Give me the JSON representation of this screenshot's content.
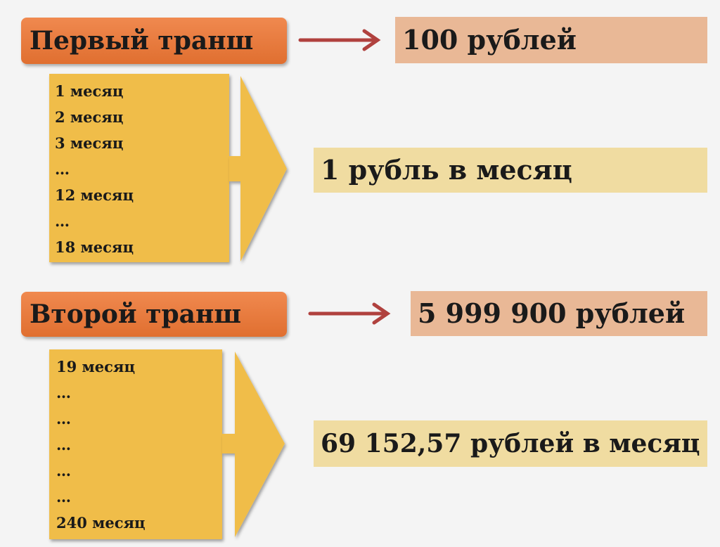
{
  "tranche1": {
    "label": "Первый транш",
    "amount": "100 рублей",
    "months": [
      "1 месяц",
      "2 месяц",
      "3 месяц",
      "…",
      "12 месяц",
      "…",
      "18 месяц"
    ],
    "monthly": "1 рубль в месяц"
  },
  "tranche2": {
    "label": "Второй транш",
    "amount": "5 999 900 рублей",
    "months": [
      "19 месяц",
      "…",
      "…",
      "…",
      "…",
      "…",
      "240 месяц"
    ],
    "monthly": "69 152,57 рублей в месяц"
  },
  "colors": {
    "tranche_box": "#e8793b",
    "arrow_red": "#b0413e",
    "amount_box": "#e9b896",
    "monthly_box": "#f0dca1",
    "month_shape": "#f0bd4a"
  }
}
